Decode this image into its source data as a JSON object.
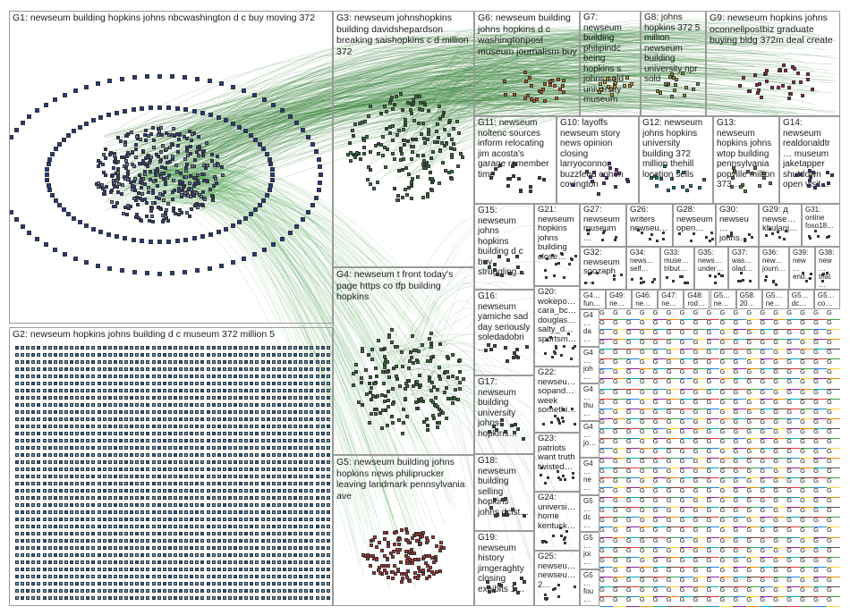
{
  "diagram_title": "",
  "groups": [
    {
      "id": "G1",
      "label": "G1: newseum building hopkins johns nbcwashington d c buy moving 372",
      "color": "#1f3a93"
    },
    {
      "id": "G2",
      "label": "G2: newseum hopkins johns building d c museum 372 million 5",
      "color": "#1e88e5"
    },
    {
      "id": "G3",
      "label": "G3: newseum johnshopkins building davidshepardson breaking saishopkins c d million 372",
      "color": "#2e7d32"
    },
    {
      "id": "G4",
      "label": "G4: newseum t front today's page https co tfp building hopkins",
      "color": "#2e7d32"
    },
    {
      "id": "G5",
      "label": "G5: newseum building johns hopkins news philiprucker leaving landmark pennsylvania ave",
      "color": "#c62828"
    },
    {
      "id": "G6",
      "label": "G6: newseum building johns hopkins d c washingtonpost museum journalism buy",
      "color": "#e65100"
    },
    {
      "id": "G7",
      "label": "G7: newseum building philipindc being hopkins s johns sold university museum",
      "color": "#f9a825"
    },
    {
      "id": "G8",
      "label": "G8: johns hopkins 372 5 million newseum building university npr sold",
      "color": "#9e9d24"
    },
    {
      "id": "G9",
      "label": "G9: newseum hopkins johns oconnellpostbiz graduate buying bldg 372m deal create",
      "color": "#ad1457"
    },
    {
      "id": "G10",
      "label": "G10: layoffs newseum story news opinion closing larryoconnor buzzfeed cohen covington",
      "color": "#6a1b9a"
    },
    {
      "id": "G11",
      "label": "G11: newseum noltenc sources inform relocating jim acosta's garage remember time",
      "color": "#4e342e"
    },
    {
      "id": "G12",
      "label": "G12: newseum johns hopkins university building 372 million thehill location sells",
      "color": "#00838f"
    },
    {
      "id": "G13",
      "label": "G13: newseum hopkins johns wtop building pennsylvania popville million 373…",
      "color": "#558b2f"
    },
    {
      "id": "G14",
      "label": "G14: newseum realdonaldtr… museum jaketapper shutdown open visit…",
      "color": "#283593"
    },
    {
      "id": "G15",
      "label": "G15: newseum johns hopkins building d c buy struggling…",
      "color": "#37474f"
    },
    {
      "id": "G16",
      "label": "G16: newseum yamiche sad day seriously soledadobri…",
      "color": "#37474f"
    },
    {
      "id": "G17",
      "label": "G17: newseum building university johns hopkins…",
      "color": "#37474f"
    },
    {
      "id": "G18",
      "label": "G18: newseum building selling hopkins johns dcist…",
      "color": "#37474f"
    },
    {
      "id": "G19",
      "label": "G19: newseum history jimgeraghty closing exhibits 1…",
      "color": "#37474f"
    },
    {
      "id": "G20",
      "label": "G20: wokepo… cara_bc… douglas… salty_d… sportsm…",
      "color": "#37474f"
    },
    {
      "id": "G21",
      "label": "G21: newseum hopkins johns building close…",
      "color": "#37474f"
    },
    {
      "id": "G22",
      "label": "G22: newseu… sopand… week somethi…",
      "color": "#37474f"
    },
    {
      "id": "G23",
      "label": "G23: patriots want truth twisted…",
      "color": "#37474f"
    },
    {
      "id": "G24",
      "label": "G24: universi… home kentuck…",
      "color": "#37474f"
    },
    {
      "id": "G25",
      "label": "G25: newseu… newseu… 2…",
      "color": "#37474f"
    },
    {
      "id": "G26",
      "label": "G26: writers newseu…",
      "color": "#37474f"
    },
    {
      "id": "G27",
      "label": "G27: newseum museum…",
      "color": "#37474f"
    },
    {
      "id": "G28",
      "label": "G28: newseum open…",
      "color": "#37474f"
    },
    {
      "id": "G29",
      "label": "G29: д newse… khulanj…",
      "color": "#37474f"
    },
    {
      "id": "G30",
      "label": "G30: newseu… johns…",
      "color": "#37474f"
    },
    {
      "id": "G31",
      "label": "G31: online foso18…",
      "color": "#37474f"
    },
    {
      "id": "G32",
      "label": "G32: newseum soozaph…",
      "color": "#37474f"
    },
    {
      "id": "G33",
      "label": "G33: muse… tribut…",
      "color": "#37474f"
    },
    {
      "id": "G34",
      "label": "G34: news… self…",
      "color": "#37474f"
    },
    {
      "id": "G35",
      "label": "G35: news… under…",
      "color": "#37474f"
    },
    {
      "id": "G36",
      "label": "G36: new… journ…",
      "color": "#37474f"
    },
    {
      "id": "G37",
      "label": "G37: was… olad…",
      "color": "#37474f"
    },
    {
      "id": "G38",
      "label": "G38: new… that…",
      "color": "#37474f"
    },
    {
      "id": "G39",
      "label": "G39: new… end…",
      "color": "#37474f"
    }
  ],
  "small_group_row": [
    {
      "label": "G4… fun…"
    },
    {
      "label": "G49: ne…"
    },
    {
      "label": "G46: ne…"
    },
    {
      "label": "G47: ne…"
    },
    {
      "label": "G48: rod…"
    },
    {
      "label": "G5… ne…"
    },
    {
      "label": "G58: 20…"
    },
    {
      "label": "G5… ne…"
    },
    {
      "label": "G5… dc…"
    },
    {
      "label": "G5… co…"
    }
  ],
  "small_group_column": [
    {
      "label": "G4… da…"
    },
    {
      "label": "G4… joh…"
    },
    {
      "label": "G4… thu…"
    },
    {
      "label": "G4… jo…"
    },
    {
      "label": "G4… ne…"
    },
    {
      "label": "G5… dc…"
    },
    {
      "label": "G5… joi…"
    },
    {
      "label": "G5… fou…"
    }
  ],
  "grid_cell_text": "G"
}
